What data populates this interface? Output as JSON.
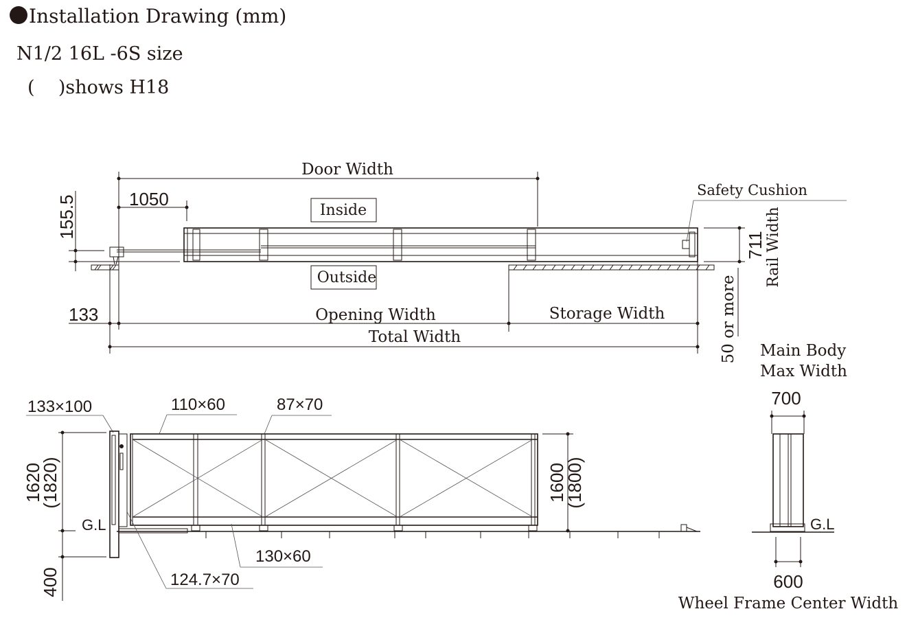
{
  "header": {
    "title_bullet": "●",
    "title": "Installation Drawing (mm)",
    "size": "N1/2 16L -6S size",
    "note": "(    )shows H18"
  },
  "top_view": {
    "door_width": "Door Width",
    "dim_1050": "1050",
    "dim_155_5": "155.5",
    "inside": "Inside",
    "outside": "Outside",
    "dim_133": "133",
    "opening_width": "Opening Width",
    "storage_width": "Storage Width",
    "total_width": "Total Width",
    "safety_cushion": "Safety Cushion",
    "dim_711": "711",
    "rail_width": "Rail Width",
    "fifty_or_more": "50 or more"
  },
  "front_view": {
    "post_size": "133×100",
    "top_rail": "110×60",
    "mid_post": "87×70",
    "bottom_rail": "130×60",
    "end_stile": "124.7×70",
    "height_total": "1620",
    "height_total_h18": "(1820)",
    "height_gate": "1600",
    "height_gate_h18": "(1800)",
    "depth_400": "400",
    "gl_left": "G.L"
  },
  "side_view": {
    "main_body_line1": "Main Body",
    "main_body_line2": "Max Width",
    "dim_700": "700",
    "gl_right": "G.L",
    "dim_600": "600",
    "wheel_frame": "Wheel Frame Center Width"
  }
}
